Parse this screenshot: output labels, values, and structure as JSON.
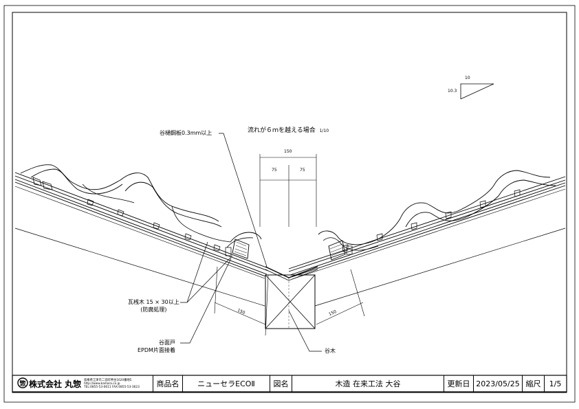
{
  "drawing": {
    "condition_note": "流れが６ｍを越える場合",
    "condition_scale": "1/10",
    "slope_scale_top": "10",
    "slope_scale_side": "10.3",
    "dimensions": {
      "top_total": "150",
      "top_left_half": "75",
      "top_right_half": "75",
      "left_bottom": "150",
      "right_bottom": "150"
    },
    "labels": {
      "valley_sheet": "谷樋鋼板0.3mm以上",
      "batten_line1": "瓦桟木 15 × 30以上",
      "batten_line2": "(防腐処理)",
      "valley_seal_line1": "谷面戸",
      "valley_seal_line2": "EPDM片面接着",
      "valley_wood": "谷木"
    }
  },
  "title_block": {
    "company_name": "株式会社 丸惣",
    "company_mark": "惣",
    "company_address": "島根県江津市二宮町神主1620番地5",
    "company_url": "http://www.kamara.co.jp",
    "company_tel": "TEL:0855-53-0611 FAX:0855-53-3623",
    "product_label": "商品名",
    "product_value": "ニューセラECOⅡ",
    "drawing_label": "図名",
    "drawing_value": "木造 在来工法 大谷",
    "updated_label": "更新日",
    "updated_value": "2023/05/25",
    "scale_label": "縮尺",
    "scale_value": "1/5"
  }
}
